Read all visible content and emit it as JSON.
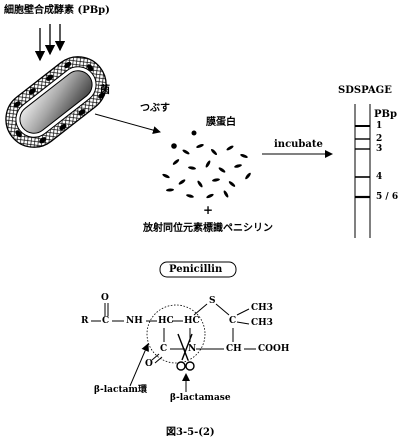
{
  "header": {
    "enzyme_label": "細胞壁合成酵素 (PBp)"
  },
  "cell": {
    "label": "菌"
  },
  "process": {
    "crush_label": "つぶす",
    "membrane_label": "膜蛋白",
    "incubate_label": "incubate"
  },
  "reagent": {
    "plus": "+",
    "label": "放射同位元素標識ペニシリン"
  },
  "gel": {
    "title": "SDSPAGE",
    "column_header": "PBp",
    "bands": [
      {
        "label": "1"
      },
      {
        "label": "2"
      },
      {
        "label": "3"
      },
      {
        "label": "4"
      },
      {
        "label": "5 / 6"
      }
    ]
  },
  "structure": {
    "title": "Penicillin",
    "atoms": {
      "r": "R",
      "c1": "C",
      "nh": "NH",
      "hc1": "HC",
      "hc2": "HC",
      "s": "S",
      "c2": "C",
      "ch3a": "CH3",
      "ch3b": "CH3",
      "c3": "C",
      "n": "N",
      "ch": "CH",
      "cooh": "COOH",
      "o_top": "O",
      "o_bottom": "O"
    },
    "lactam_ring_label": "β-lactam環",
    "enzyme_label": "β-lactamase"
  },
  "caption": "図3-5-(2)"
}
